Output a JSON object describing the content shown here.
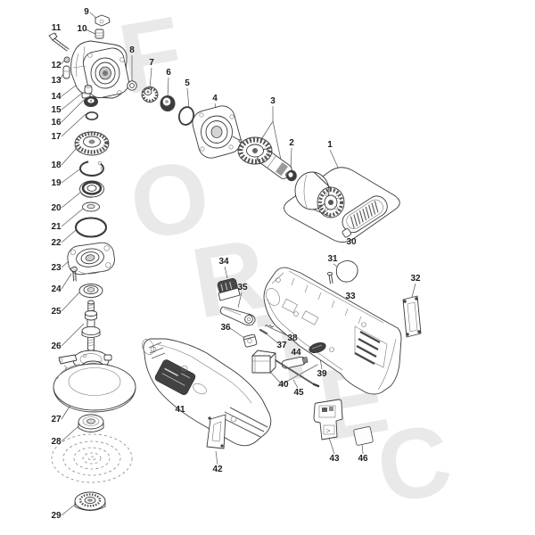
{
  "diagram": {
    "watermark": [
      "F",
      "O",
      "R",
      "T",
      "E",
      "C"
    ],
    "colors": {
      "background": "#ffffff",
      "line": "#3a3a3a",
      "watermark": "#e9e9e9",
      "dark_part": "#424242"
    },
    "part_labels": [
      "1",
      "2",
      "3",
      "4",
      "5",
      "6",
      "7",
      "8",
      "9",
      "10",
      "11",
      "12",
      "13",
      "14",
      "15",
      "16",
      "17",
      "18",
      "19",
      "20",
      "21",
      "22",
      "23",
      "24",
      "25",
      "26",
      "27",
      "28",
      "29",
      "30",
      "31",
      "32",
      "33",
      "34",
      "35",
      "36",
      "37",
      "38",
      "39",
      "40",
      "41",
      "42",
      "43",
      "44",
      "45",
      "46"
    ]
  }
}
